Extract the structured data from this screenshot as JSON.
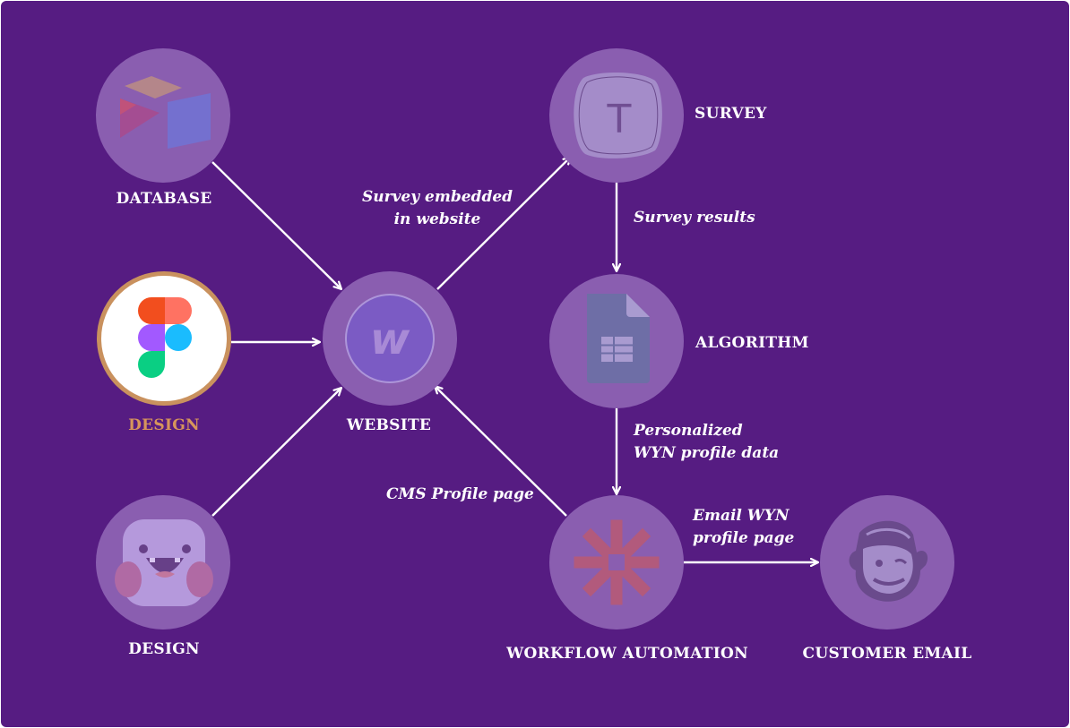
{
  "nodes": {
    "database": {
      "label": "DATABASE",
      "icon": "airtable-icon"
    },
    "figma": {
      "label": "DESIGN",
      "icon": "figma-icon"
    },
    "design2": {
      "label": "DESIGN",
      "icon": "smiling-app-icon"
    },
    "website": {
      "label": "WEBSITE",
      "icon": "webflow-icon",
      "glyph": "w"
    },
    "survey": {
      "label": "SURVEY",
      "icon": "typeform-icon",
      "glyph": "T"
    },
    "algorithm": {
      "label": "ALGORITHM",
      "icon": "spreadsheet-icon"
    },
    "workflow": {
      "label": "WORKFLOW AUTOMATION",
      "icon": "zapier-icon"
    },
    "email": {
      "label": "CUSTOMER EMAIL",
      "icon": "mailchimp-icon"
    }
  },
  "edges": {
    "survey_embedded_l1": "Survey embedded",
    "survey_embedded_l2": "in website",
    "survey_results": "Survey results",
    "personalized_l1": "Personalized",
    "personalized_l2": "WYN profile data",
    "cms_profile": "CMS Profile page",
    "email_l1": "Email WYN",
    "email_l2": "profile page"
  },
  "colors": {
    "background": "#561c82",
    "node": "#8a5eb0",
    "highlight_border": "#c9915e",
    "highlight_label": "#d7955b",
    "arrow": "#ffffff"
  }
}
